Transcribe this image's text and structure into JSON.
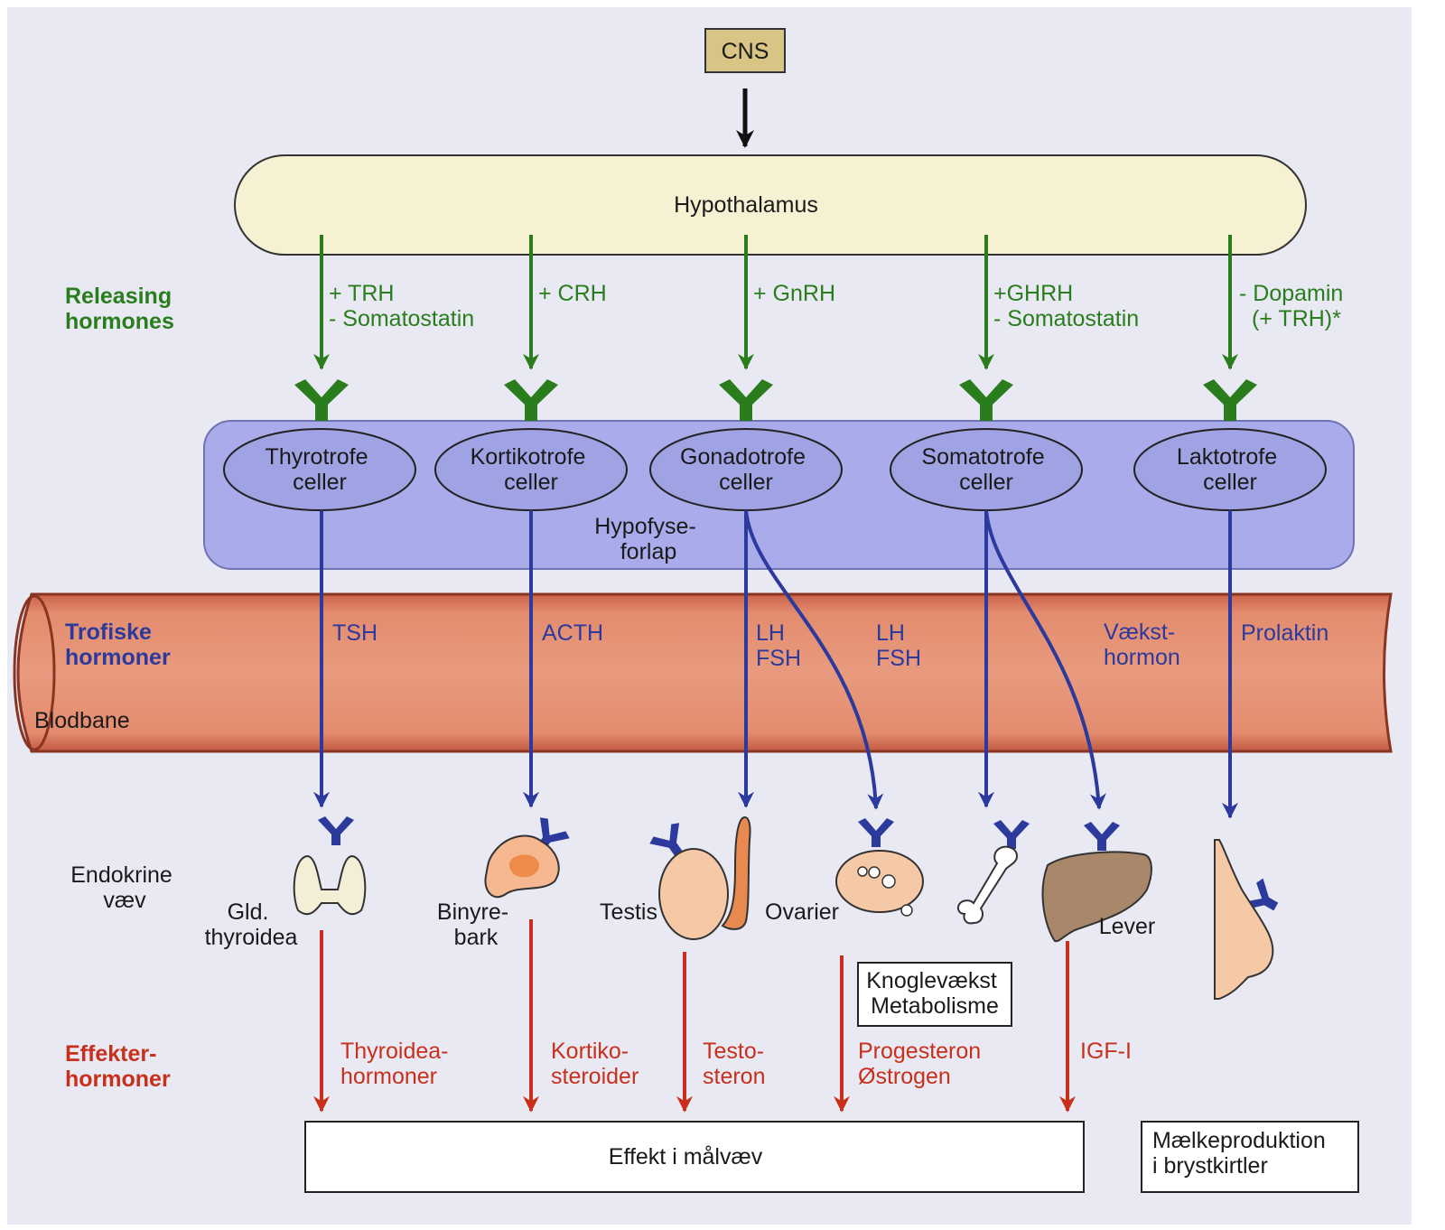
{
  "colors": {
    "background": "#e8e9f3",
    "hypothalamus_fill": "#f6f1d3",
    "pituitary_fill": "#a9abea",
    "bloodstream_fill": "#e2876a",
    "cns_fill": "#d8c485",
    "releasing": "#2a7d1c",
    "trophic": "#2b3a9c",
    "effector": "#c8301c"
  },
  "cns_label": "CNS",
  "hypothalamus_label": "Hypothalamus",
  "pituitary_label": [
    "Hypofyse-",
    "forlap"
  ],
  "bloodstream_label": "Blodbane",
  "row_labels": {
    "releasing": [
      "Releasing",
      "hormones"
    ],
    "trophic": [
      "Trofiske",
      "hormoner"
    ],
    "endocrine": [
      "Endokrine",
      "væv"
    ],
    "effector": [
      "Effekter-",
      "hormoner"
    ]
  },
  "releasing_hormones": [
    [
      "+ TRH",
      "- Somatostatin"
    ],
    [
      "+ CRH"
    ],
    [
      "+ GnRH"
    ],
    [
      "+GHRH",
      "- Somatostatin"
    ],
    [
      "- Dopamin",
      "(+ TRH)*"
    ]
  ],
  "cells": [
    [
      "Thyrotrofe",
      "celler"
    ],
    [
      "Kortikotrofe",
      "celler"
    ],
    [
      "Gonadotrofe",
      "celler"
    ],
    [
      "Somatotrofe",
      "celler"
    ],
    [
      "Laktotrofe",
      "celler"
    ]
  ],
  "trophic_hormones": [
    [
      "TSH"
    ],
    [
      "ACTH"
    ],
    [
      "LH",
      "FSH"
    ],
    [
      "LH",
      "FSH"
    ],
    [
      "Vækst-",
      "hormon"
    ],
    [
      "Prolaktin"
    ]
  ],
  "tissues": [
    [
      "Gld.",
      "thyroidea"
    ],
    [
      "Binyre-",
      "bark"
    ],
    [
      "Testis"
    ],
    [
      "Ovarier"
    ],
    [
      "Lever"
    ]
  ],
  "bone_effect_box": [
    "Knoglevækst",
    "Metabolisme"
  ],
  "effector_hormones": [
    [
      "Thyroidea-",
      "hormoner"
    ],
    [
      "Kortiko-",
      "steroider"
    ],
    [
      "Testo-",
      "steron"
    ],
    [
      "Progesteron",
      "Østrogen"
    ],
    [
      "IGF-I"
    ]
  ],
  "effect_box": "Effekt i målvæv",
  "milk_box": [
    "Mælkeproduktion",
    "i brystkirtler"
  ]
}
